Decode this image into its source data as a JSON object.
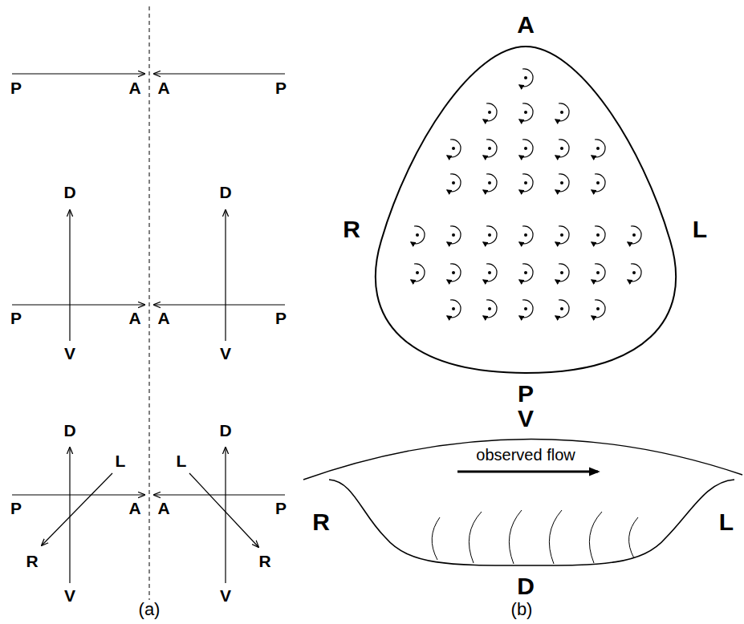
{
  "diagram": {
    "labels": [
      "P",
      "A",
      "A",
      "P",
      "D",
      "D",
      "P",
      "A",
      "A",
      "P",
      "V",
      "V",
      "D",
      "D",
      "L",
      "L",
      "P",
      "A",
      "A",
      "P",
      "R",
      "R",
      "V",
      "V",
      "A",
      "R",
      "L",
      "P",
      "V",
      "observed flow",
      "R",
      "L",
      "D",
      "(a)",
      "(b)"
    ]
  }
}
